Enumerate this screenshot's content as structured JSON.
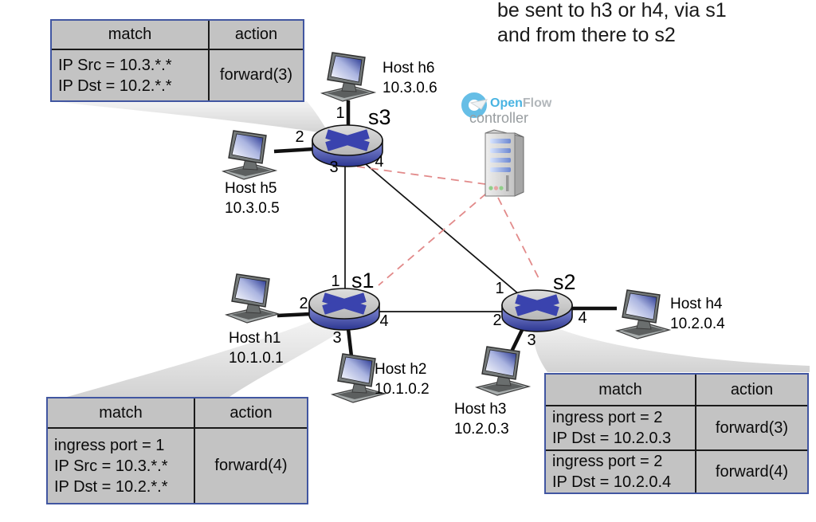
{
  "note": {
    "line1": "be sent to h3 or h4, via s1",
    "line2": "and from there to s2"
  },
  "controller": {
    "brand_open": "Open",
    "brand_flow": "Flow",
    "label": "controller"
  },
  "network": {
    "switches": [
      {
        "id": "s1",
        "label": "s1",
        "ports": {
          "p1": "1",
          "p2": "2",
          "p3": "3",
          "p4": "4"
        }
      },
      {
        "id": "s2",
        "label": "s2",
        "ports": {
          "p1": "1",
          "p2": "2",
          "p3": "3",
          "p4": "4"
        }
      },
      {
        "id": "s3",
        "label": "s3",
        "ports": {
          "p1": "1",
          "p2": "2",
          "p3": "3",
          "p4": "4"
        }
      }
    ],
    "hosts": [
      {
        "id": "h1",
        "name": "Host h1",
        "ip": "10.1.0.1"
      },
      {
        "id": "h2",
        "name": "Host h2",
        "ip": "10.1.0.2"
      },
      {
        "id": "h3",
        "name": "Host h3",
        "ip": "10.2.0.3"
      },
      {
        "id": "h4",
        "name": "Host h4",
        "ip": "10.2.0.4"
      },
      {
        "id": "h5",
        "name": "Host h5",
        "ip": "10.3.0.5"
      },
      {
        "id": "h6",
        "name": "Host h6",
        "ip": "10.3.0.6"
      }
    ]
  },
  "tables": {
    "s3_table": {
      "headers": {
        "match": "match",
        "action": "action"
      },
      "rows": [
        {
          "match": [
            "IP Src = 10.3.*.*",
            "IP Dst = 10.2.*.*"
          ],
          "action": "forward(3)"
        }
      ]
    },
    "s1_table": {
      "headers": {
        "match": "match",
        "action": "action"
      },
      "rows": [
        {
          "match": [
            "ingress port = 1",
            "IP Src = 10.3.*.*",
            "IP Dst = 10.2.*.*"
          ],
          "action": "forward(4)"
        }
      ]
    },
    "s2_table": {
      "headers": {
        "match": "match",
        "action": "action"
      },
      "rows": [
        {
          "match": [
            "ingress port = 2",
            "IP Dst = 10.2.0.3"
          ],
          "action": "forward(3)"
        },
        {
          "match": [
            "ingress port = 2",
            "IP Dst = 10.2.0.4"
          ],
          "action": "forward(4)"
        }
      ]
    }
  },
  "icons": {
    "switch": "router-cylinder-x-icon",
    "host": "desktop-computer-icon",
    "controller": "server-tower-icon",
    "logo": "openflow-ring-icon"
  },
  "colors": {
    "table_border": "#4156a1",
    "table_bg": "#c3c3c3",
    "control_link_red": "#e28a8a",
    "switch_blue": "#3a43ae",
    "logo_blue": "#49b4e2"
  }
}
